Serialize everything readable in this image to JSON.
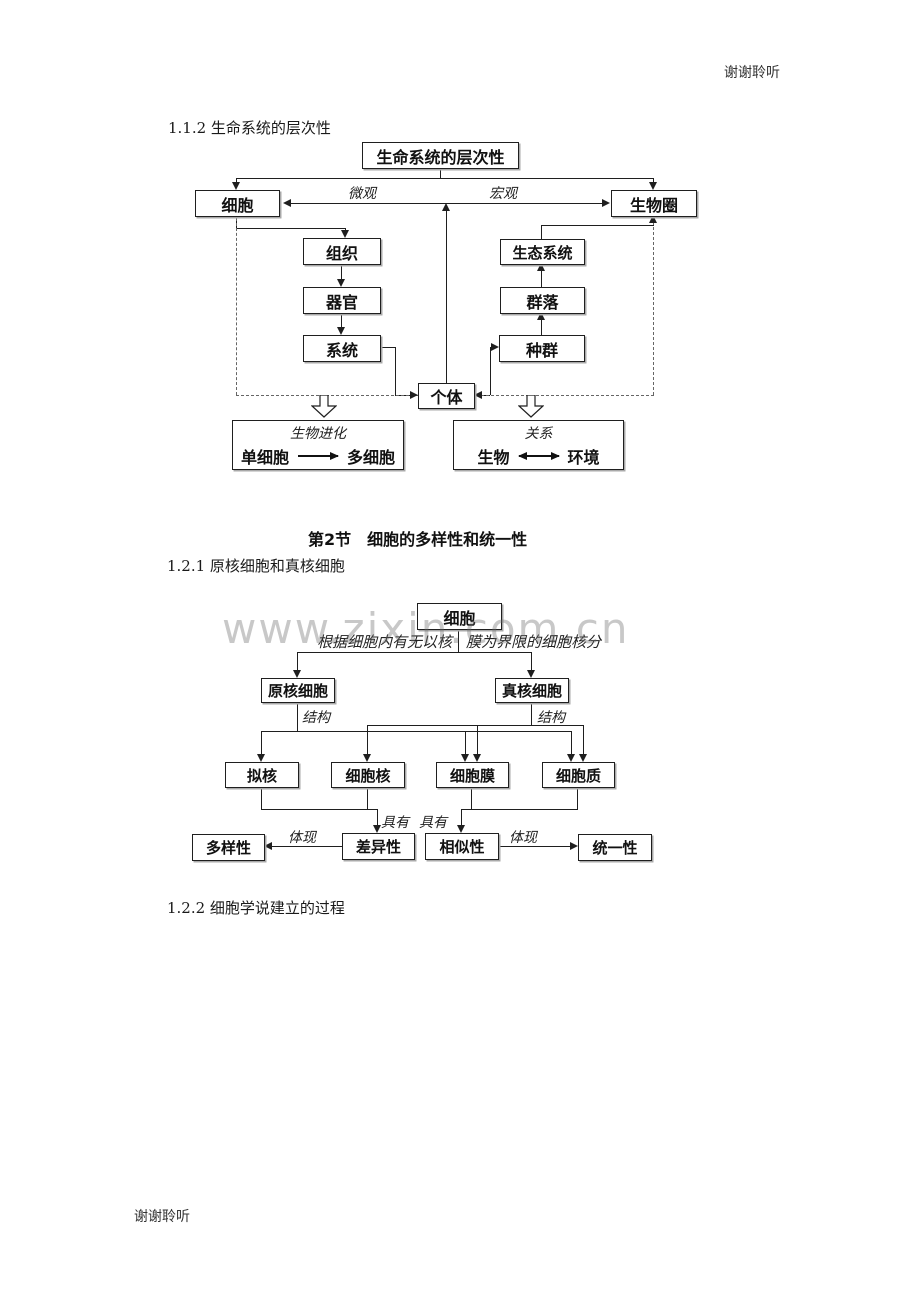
{
  "page": {
    "header_thanks": "谢谢聆听",
    "footer_thanks": "谢谢聆听",
    "watermark": "www.zixin.com.cn"
  },
  "sections": {
    "s112": "1.1.2 生命系统的层次性",
    "s2": "第2节　细胞的多样性和统一性",
    "s121": "1.2.1 原核细胞和真核细胞",
    "s122": "1.2.2 细胞学说建立的过程"
  },
  "diagram1": {
    "root": "生命系统的层次性",
    "labels": {
      "micro": "微观",
      "macro": "宏观"
    },
    "nodes": {
      "cell": "细胞",
      "biosphere": "生物圈",
      "tissue": "组织",
      "organ": "器官",
      "system": "系统",
      "ecosystem": "生态系统",
      "community": "群落",
      "population": "种群",
      "individual": "个体"
    },
    "evolution": {
      "title": "生物进化",
      "from": "单细胞",
      "to": "多细胞"
    },
    "relation": {
      "title": "关系",
      "from": "生物",
      "to": "环境"
    }
  },
  "diagram2": {
    "root": "细胞",
    "note_left": "根据细胞内有无以核",
    "note_right": "膜为界限的细胞核分",
    "prokaryote": "原核细胞",
    "eukaryote": "真核细胞",
    "structure": "结构",
    "nucleoid": "拟核",
    "nucleus": "细胞核",
    "membrane": "细胞膜",
    "cytoplasm": "细胞质",
    "has": "具有",
    "difference": "差异性",
    "similarity": "相似性",
    "reflect": "体现",
    "diversity": "多样性",
    "unity": "统一性"
  }
}
